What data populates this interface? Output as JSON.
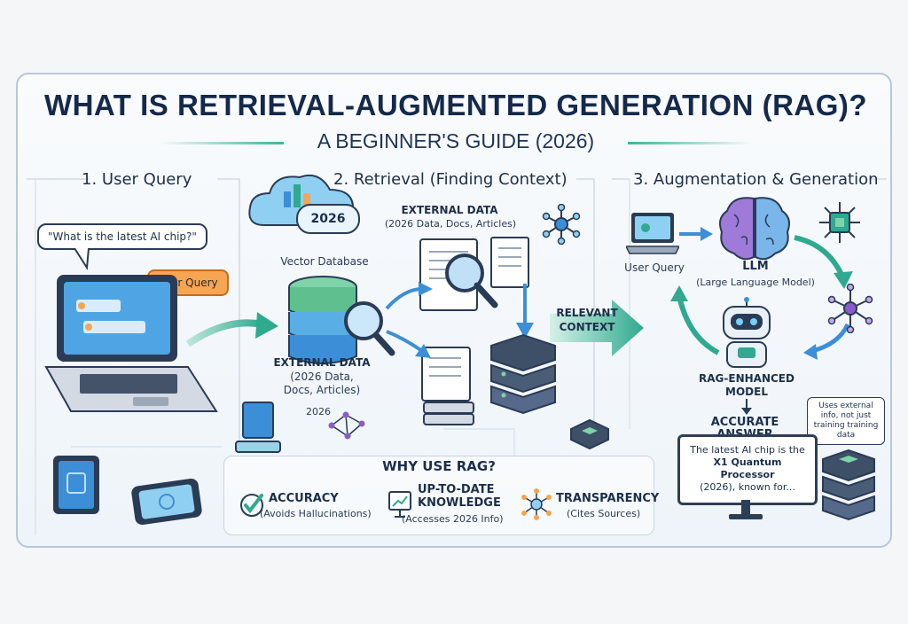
{
  "header": {
    "title": "WHAT IS RETRIEVAL-AUGMENTED GENERATION (RAG)?",
    "subtitle": "A BEGINNER'S GUIDE (2026)"
  },
  "step1": {
    "heading": "1. User Query",
    "question": "\"What is the latest AI chip?\"",
    "badge": "User Query"
  },
  "step2": {
    "heading": "2. Retrieval (Finding Context)",
    "cloud_year": "2026",
    "vector_db": "Vector Database",
    "external_top_title": "EXTERNAL DATA",
    "external_top_sub": "(2026 Data, Docs, Articles)",
    "external_left_title": "EXTERNAL DATA",
    "external_left_sub1": "(2026 Data,",
    "external_left_sub2": "Docs, Articles)",
    "year_label": "2026",
    "relevant_1": "RELEVANT",
    "relevant_2": "CONTEXT"
  },
  "step3": {
    "heading": "3. Augmentation & Generation",
    "user_query": "User Query",
    "llm": "LLM",
    "llm_sub": "(Large Language Model)",
    "rag_model_1": "RAG-ENHANCED",
    "rag_model_2": "MODEL",
    "accurate": "ACCURATE ANSWER",
    "answer_1": "The latest AI chip is the",
    "answer_2": "X1 Quantum Processor",
    "answer_3": "(2026), known for...",
    "note": "Uses external info, not just training training data"
  },
  "why": {
    "title": "WHY USE RAG?",
    "items": [
      {
        "title": "ACCURACY",
        "sub": "(Avoids Hallucinations)"
      },
      {
        "title": "UP-TO-DATE",
        "title2": "KNOWLEDGE",
        "sub": "(Accesses 2026 Info)"
      },
      {
        "title": "TRANSPARENCY",
        "sub": "(Cites Sources)"
      }
    ]
  },
  "colors": {
    "navy": "#1c2f4a",
    "teal": "#3fb39b",
    "orange": "#f7a552",
    "blue": "#3c8fd6",
    "purple": "#8a5cc9"
  }
}
